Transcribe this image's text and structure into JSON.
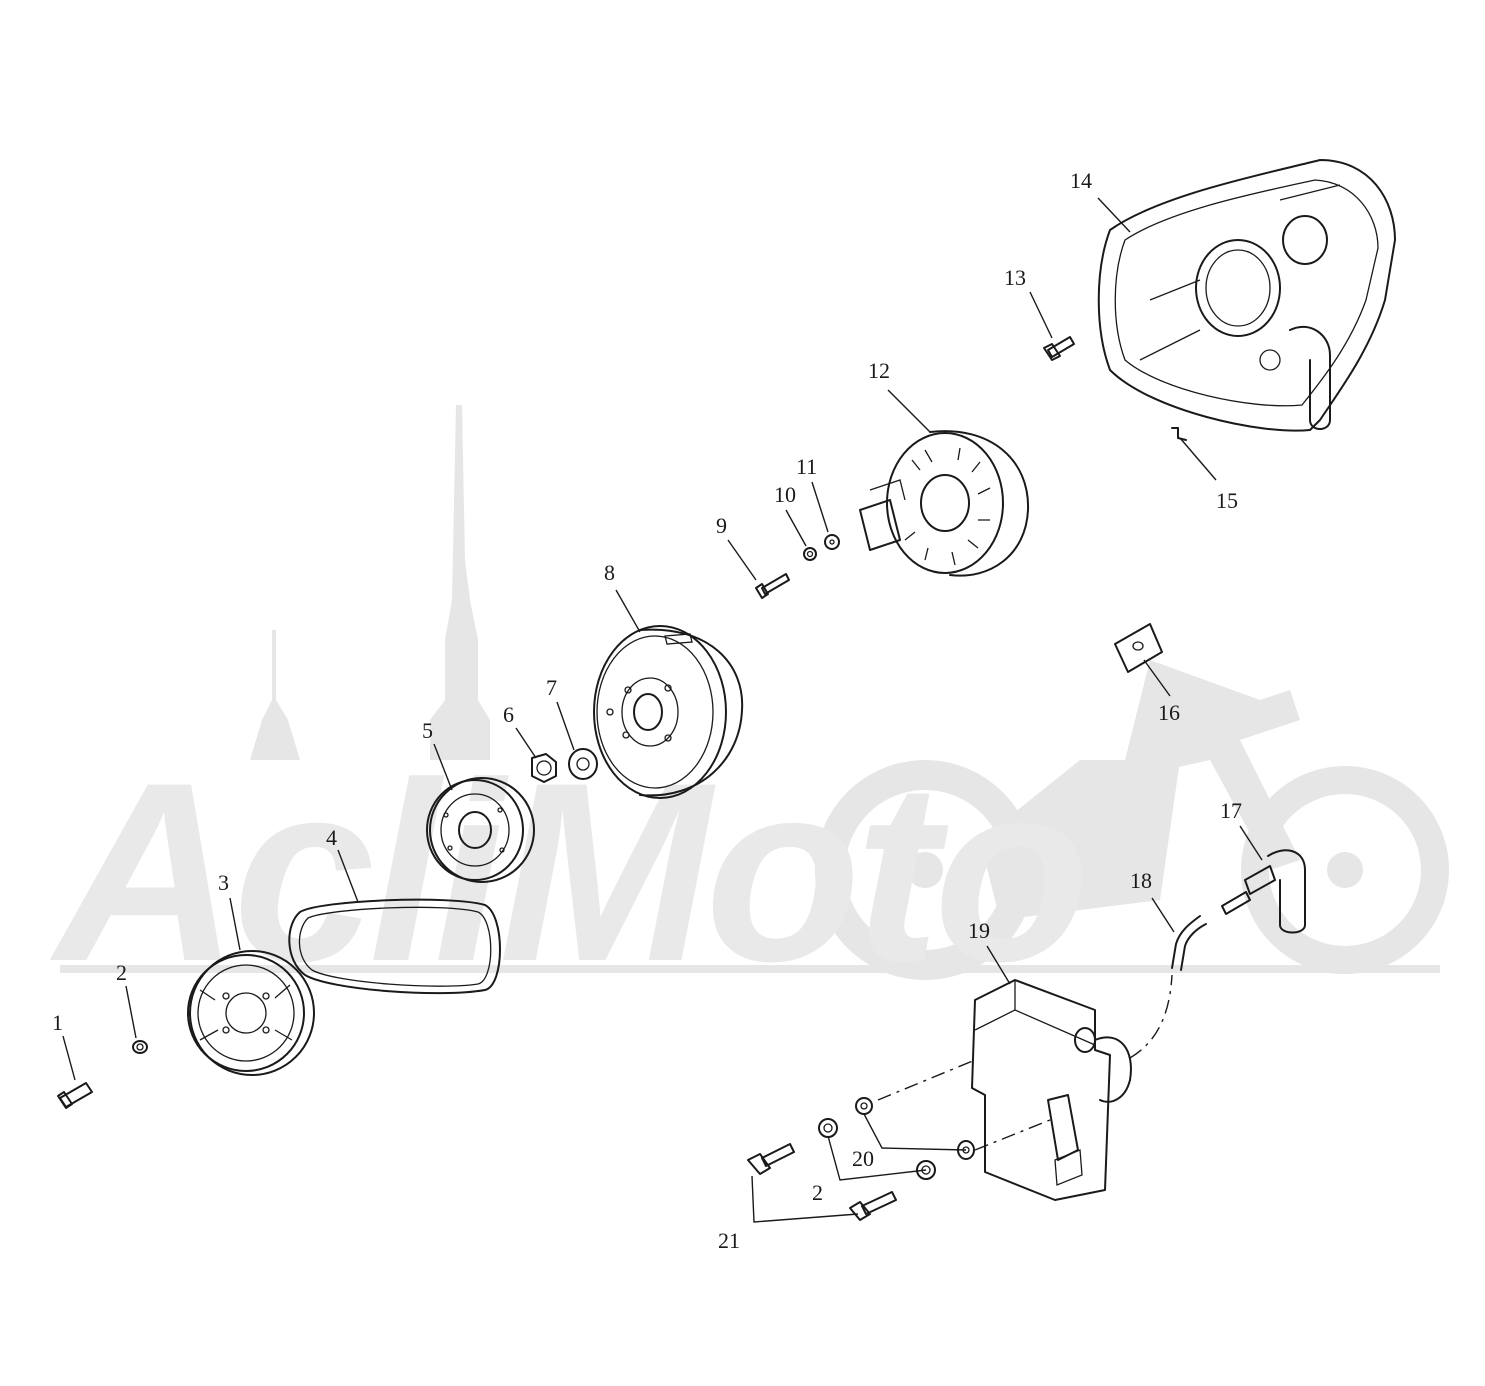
{
  "watermark": {
    "text": "AcliMoto",
    "color": "#e6e6e6"
  },
  "colors": {
    "line": "#1a1a1a",
    "background": "#ffffff"
  },
  "callouts": {
    "c1": "1",
    "c2a": "2",
    "c3": "3",
    "c4": "4",
    "c5": "5",
    "c6": "6",
    "c7": "7",
    "c8": "8",
    "c9": "9",
    "c10": "10",
    "c11": "11",
    "c12": "12",
    "c13": "13",
    "c14": "14",
    "c15": "15",
    "c16": "16",
    "c17": "17",
    "c18": "18",
    "c19": "19",
    "c20": "20",
    "c2b": "2",
    "c21": "21"
  }
}
